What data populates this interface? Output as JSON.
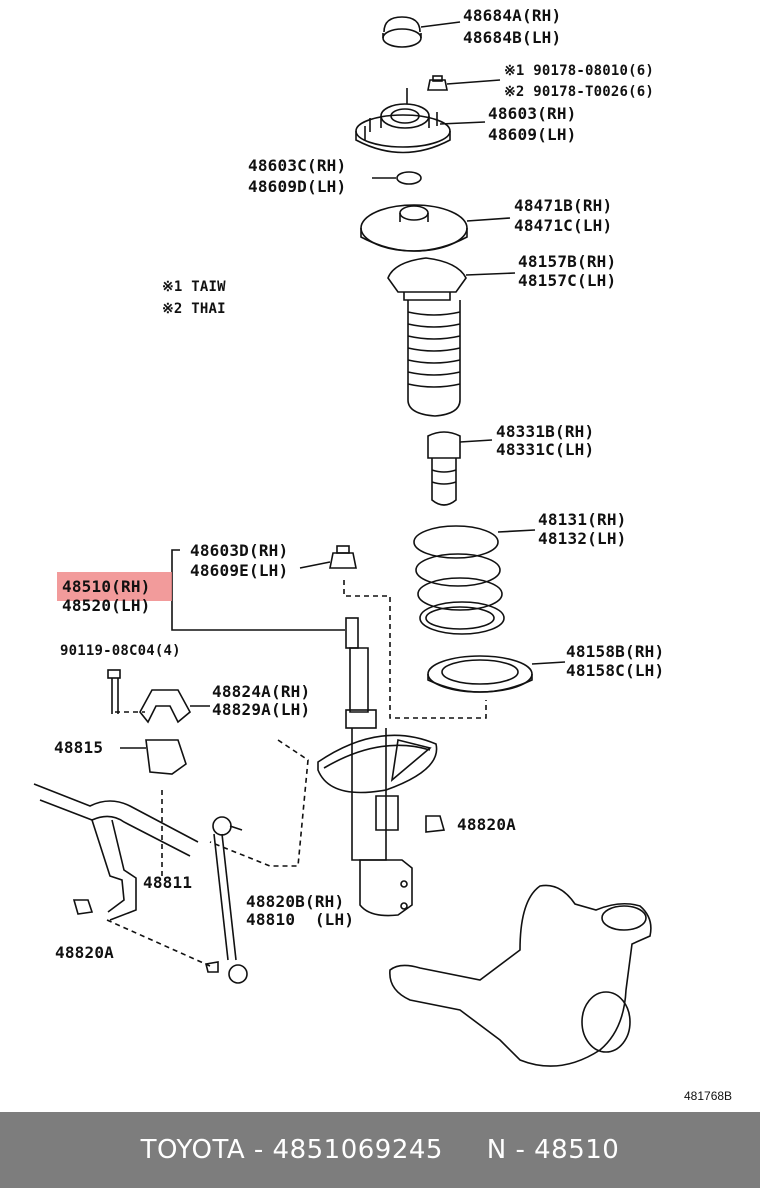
{
  "labels": {
    "p48684": [
      "48684A(RH)",
      "48684B(LH)"
    ],
    "p90178": [
      "※1 90178-08010(6)",
      "※2 90178-T0026(6)"
    ],
    "p48603": [
      "48603(RH)",
      "48609(LH)"
    ],
    "p48603c": [
      "48603C(RH)",
      "48609D(LH)"
    ],
    "p48471": [
      "48471B(RH)",
      "48471C(LH)"
    ],
    "p48157": [
      "48157B(RH)",
      "48157C(LH)"
    ],
    "notes": [
      "※1 TAIW",
      "※2 THAI"
    ],
    "p48331": [
      "48331B(RH)",
      "48331C(LH)"
    ],
    "p48131": [
      "48131(RH)",
      "48132(LH)"
    ],
    "p48603d": [
      "48603D(RH)",
      "48609E(LH)"
    ],
    "p48510": [
      "48510(RH)",
      "48520(LH)"
    ],
    "p90119": "90119-08C04(4)",
    "p48158": [
      "48158B(RH)",
      "48158C(LH)"
    ],
    "p48824": [
      "48824A(RH)",
      "48829A(LH)"
    ],
    "p48815": "48815",
    "p48820a_right": "48820A",
    "p48811": "48811",
    "p48820b": [
      "48820B(RH)",
      "48810  (LH)"
    ],
    "p48820a_left": "48820A",
    "diagram_code": "481768B"
  },
  "footer": {
    "text": "TOYOTA - 4851069245     N - 48510"
  },
  "colors": {
    "highlight": "#f08a8a",
    "footer_bg": "#7d7d7d"
  }
}
